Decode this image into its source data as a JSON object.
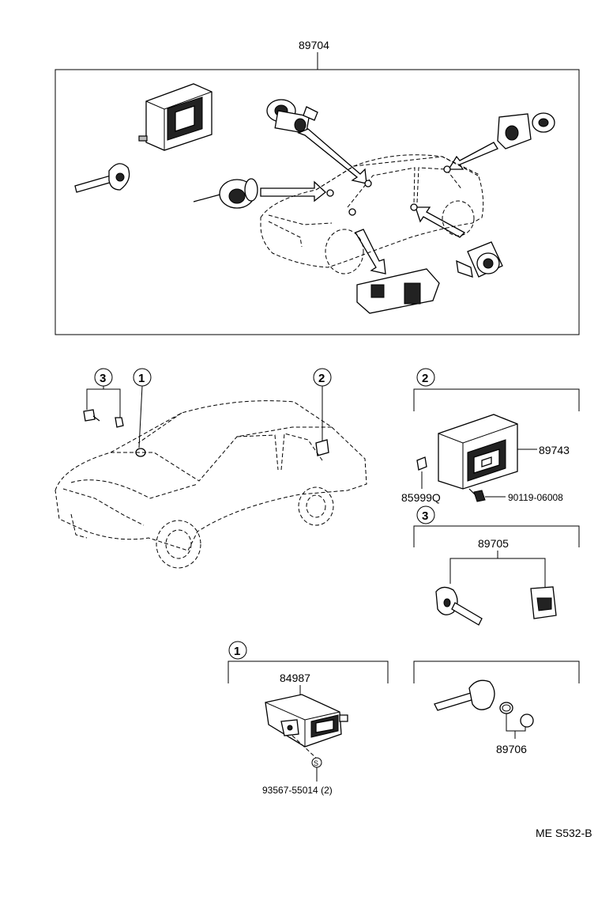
{
  "top_group": {
    "part_number": "89704"
  },
  "callouts": {
    "one": "1",
    "two": "2",
    "three": "3"
  },
  "group_two": {
    "computer": "89743",
    "bracket": "85999Q",
    "bolt": "90119-06008"
  },
  "group_three": {
    "key_set": "89705"
  },
  "group_one": {
    "module": "84987",
    "screw": "93567-55014 (2)",
    "screw_symbol": "S"
  },
  "key_plate_group": {
    "part_number": "89706"
  },
  "diagram_code": "ME S532-B"
}
